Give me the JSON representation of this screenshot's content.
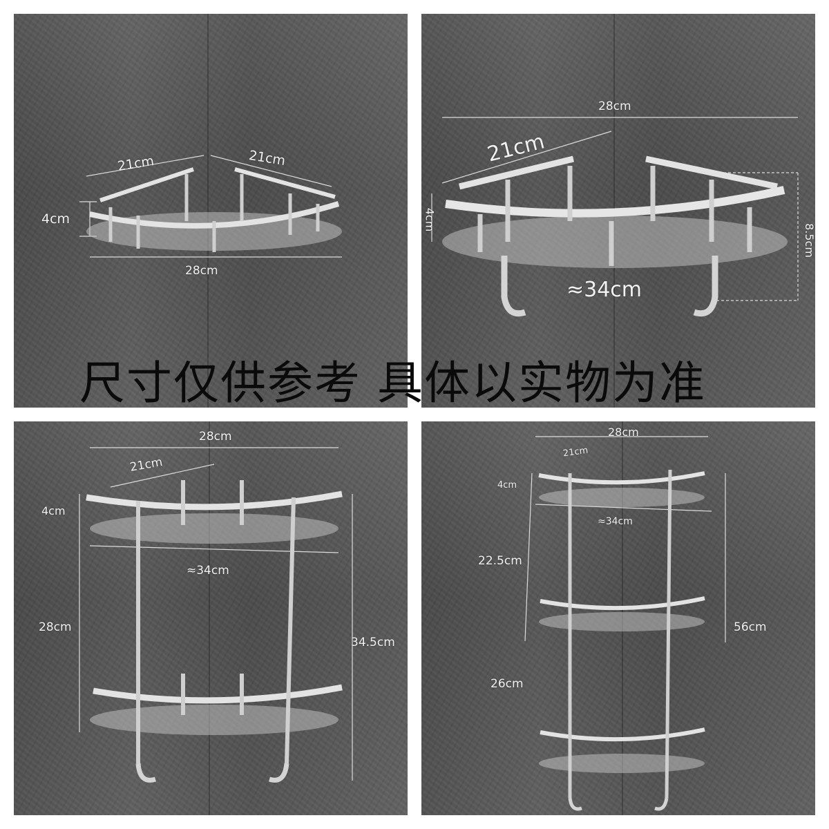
{
  "caption": "尺寸仅供参考 具体以实物为准",
  "panel_single": {
    "depth_left": "21cm",
    "depth_right": "21cm",
    "height": "4cm",
    "width": "28cm"
  },
  "panel_hook": {
    "width": "28cm",
    "depth": "21cm",
    "height": "4cm",
    "total_height": "8.5cm",
    "front_length": "≈34cm"
  },
  "panel_two_tier": {
    "width": "28cm",
    "depth": "21cm",
    "height": "4cm",
    "front_length": "≈34cm",
    "tier_spacing": "28cm",
    "total_height": "34.5cm"
  },
  "panel_three_tier": {
    "width": "28cm",
    "depth": "21cm",
    "height": "4cm",
    "front_length": "≈34cm",
    "upper_spacing": "22.5cm",
    "lower_spacing": "26cm",
    "total_height": "56cm"
  }
}
